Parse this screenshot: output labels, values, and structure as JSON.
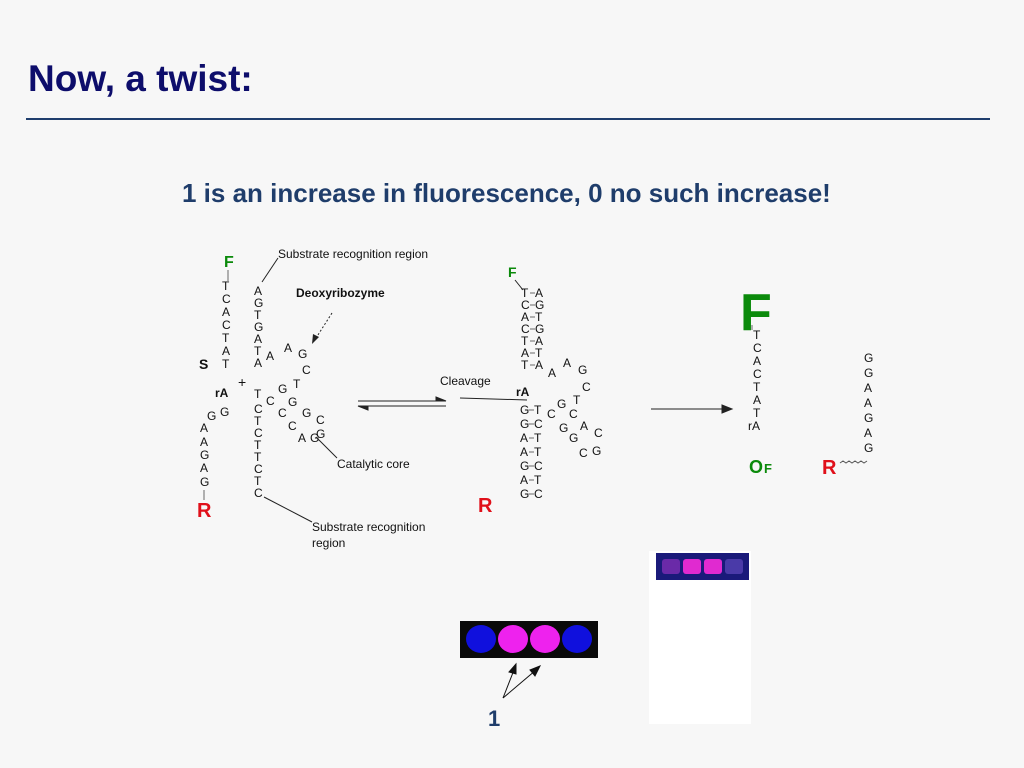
{
  "slide": {
    "title": "Now, a twist:",
    "subtitle": "1 is an increase in fluorescence, 0 no such increase!"
  },
  "colors": {
    "title": "#0d0d6b",
    "fluorophore": "#0b8a0b",
    "quencher": "#e0101a",
    "well_on": "#ee22ee",
    "well_off": "#1010dd"
  },
  "diagram": {
    "labels": {
      "substrate_region_top": "Substrate recognition region",
      "deoxyribozyme": "Deoxyribozyme",
      "catalytic_core": "Catalytic core",
      "substrate_region_bottom_1": "Substrate recognition",
      "substrate_region_bottom_2": "region",
      "cleavage": "Cleavage",
      "F": "F",
      "R": "R",
      "S": "S",
      "rA": "rA",
      "plus": "+",
      "OF_O": "O",
      "OF_sub": "F"
    },
    "substrate_strand_left": [
      "T",
      "C",
      "A",
      "C",
      "T",
      "A",
      "T"
    ],
    "substrate_tail_left": [
      "G",
      "A",
      "A",
      "G",
      "A",
      "G"
    ],
    "enzyme_arm_top": [
      "A",
      "G",
      "T",
      "G",
      "A",
      "T",
      "A"
    ],
    "enzyme_loop": [
      "A",
      "A",
      "G",
      "C"
    ],
    "enzyme_core_a": [
      "G",
      "T",
      "C",
      "G",
      "C",
      "G",
      "C"
    ],
    "enzyme_core_b": [
      "T",
      "C",
      "C",
      "G",
      "A",
      "G"
    ],
    "enzyme_arm_bottom": [
      "T",
      "C",
      "T",
      "T",
      "C",
      "T",
      "C"
    ],
    "complex_pairs_top": [
      [
        "T",
        "A"
      ],
      [
        "C",
        "G"
      ],
      [
        "A",
        "T"
      ],
      [
        "C",
        "G"
      ],
      [
        "T",
        "A"
      ],
      [
        "A",
        "T"
      ],
      [
        "T",
        "A"
      ]
    ],
    "complex_pairs_bottom": [
      [
        "G",
        "T"
      ],
      [
        "G",
        "C"
      ],
      [
        "A",
        "T"
      ],
      [
        "A",
        "T"
      ],
      [
        "G",
        "C"
      ],
      [
        "A",
        "T"
      ],
      [
        "G",
        "C"
      ]
    ],
    "complex_loop": [
      "A",
      "A",
      "G",
      "C",
      "T",
      "G",
      "C",
      "C",
      "G",
      "A",
      "G",
      "C",
      "C",
      "G"
    ],
    "product_left": [
      "T",
      "C",
      "A",
      "C",
      "T",
      "A",
      "T",
      "rA"
    ],
    "product_right": [
      "G",
      "G",
      "A",
      "A",
      "G",
      "A",
      "G"
    ],
    "number_label": "1"
  },
  "gel": {
    "wells": [
      "off",
      "on",
      "on",
      "off"
    ]
  }
}
